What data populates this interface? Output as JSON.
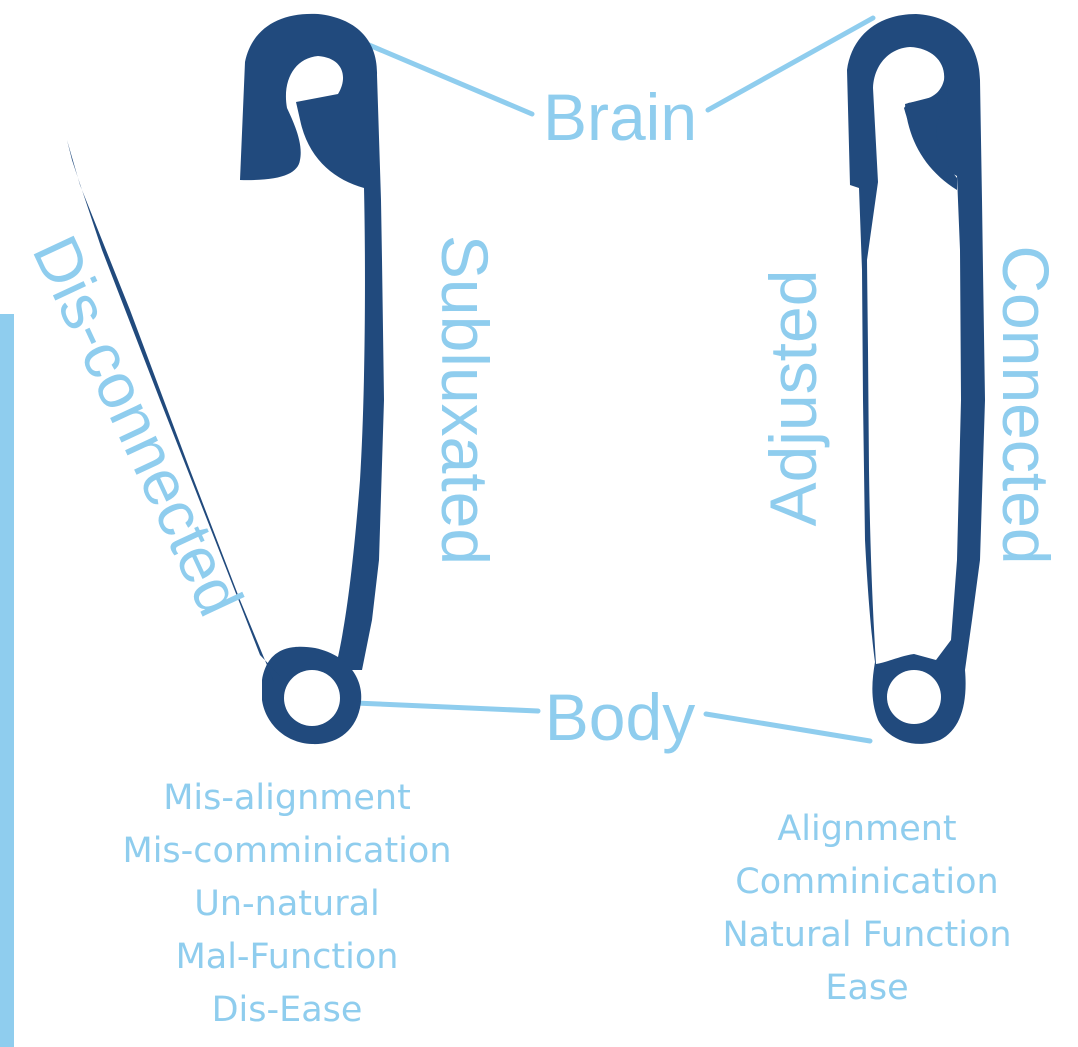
{
  "labels": {
    "brain": "Brain",
    "body": "Body",
    "subluxated": "Subluxated",
    "disconnected": "Dis-connected",
    "adjusted": "Adjusted",
    "connected": "Connected"
  },
  "left_list": [
    "Mis-alignment",
    "Mis-comminication",
    "Un-natural",
    "Mal-Function",
    "Dis-Ease"
  ],
  "right_list": [
    "Alignment",
    "Comminication",
    "Natural Function",
    "Ease"
  ],
  "colors": {
    "pin": "#214a7d",
    "text": "#8fcdee",
    "line": "#8fcdee",
    "background": "#ffffff"
  }
}
